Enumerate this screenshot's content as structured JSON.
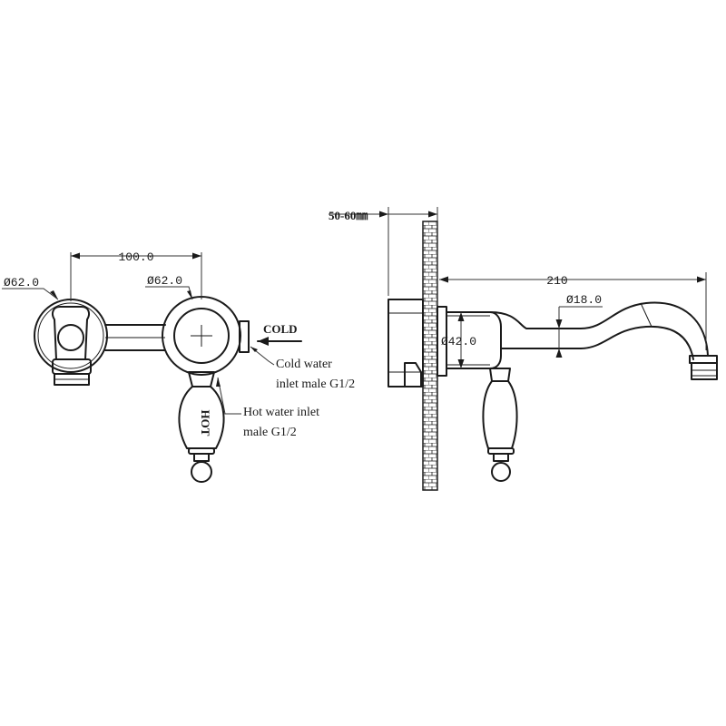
{
  "front_view": {
    "dim_spacing": "100.0",
    "dim_left_diameter": "Ø62.0",
    "dim_right_diameter": "Ø62.0",
    "cold_label": "COLD",
    "hot_label": "HOT",
    "cold_note_line1": "Cold water",
    "cold_note_line2": "inlet male G1/2",
    "hot_note_line1": "Hot water inlet",
    "hot_note_line2": "male G1/2"
  },
  "side_view": {
    "dim_wall": "50-60㎜",
    "dim_reach": "210",
    "dim_spout_diameter": "Ø18.0",
    "dim_body_diameter": "Ø42.0"
  }
}
